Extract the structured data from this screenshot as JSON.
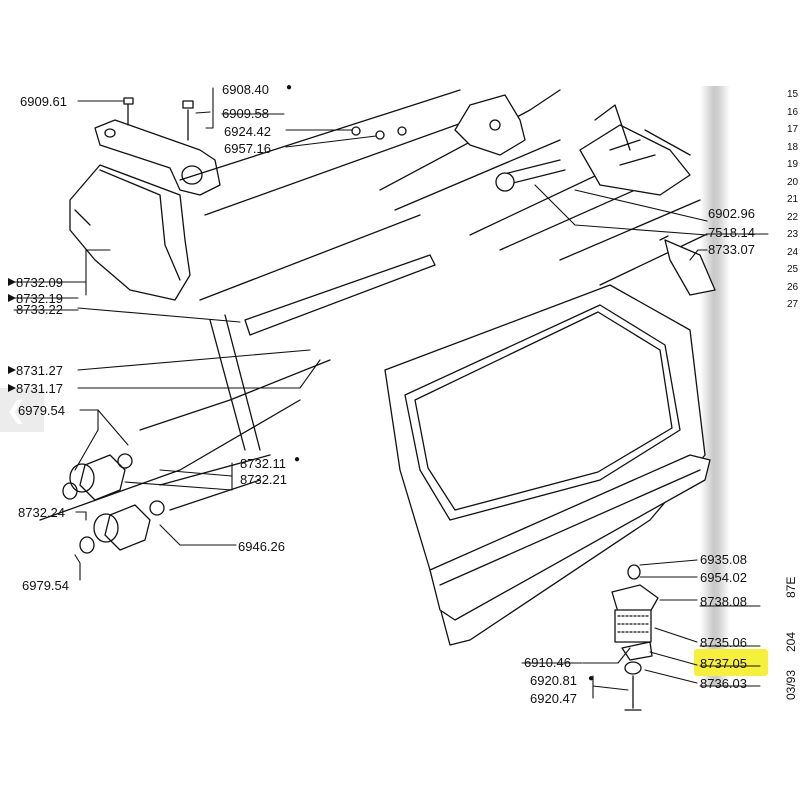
{
  "labels": {
    "l690961": "6909.61",
    "l690840": "6908.40",
    "l690958": "6909.58",
    "l692442": "6924.42",
    "l695716": "6957.16",
    "l873209": "8732.09",
    "l873219": "8732.19",
    "l873322": "8733.22",
    "l873127": "8731.27",
    "l873117": "8731.17",
    "l697954a": "6979.54",
    "l873211": "8732.11",
    "l873221": "8732.21",
    "l873224": "8732.24",
    "l694626": "6946.26",
    "l697954b": "6979.54",
    "l690296": "6902.96",
    "l751814": "7518.14",
    "l873307": "8733.07",
    "l693508": "6935.08",
    "l695402": "6954.02",
    "l873808": "8738.08",
    "l873506": "8735.06",
    "l873705": "8737.05",
    "l873603": "8736.03",
    "l691046": "6910.46",
    "l692081": "6920.81",
    "l692047": "6920.47"
  },
  "side_numbers": [
    "15",
    "16",
    "17",
    "18",
    "19",
    "20",
    "21",
    "22",
    "23",
    "24",
    "25",
    "26",
    "27"
  ],
  "vertical_text": {
    "date": "03/93",
    "page": "204",
    "code": "87E"
  },
  "highlight_color": "#f7f03a"
}
